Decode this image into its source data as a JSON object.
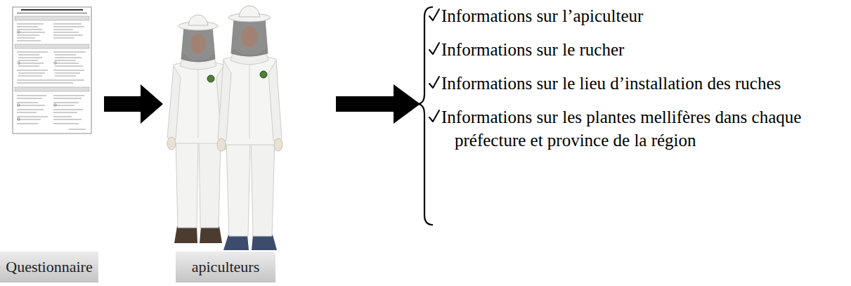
{
  "diagram": {
    "nodes": [
      {
        "text": [
          "Questionnaire"
        ]
      },
      {
        "text": [
          "apiculteurs"
        ]
      },
      {
        "text": [
          "Informations sur l’apiculteur",
          "Informations sur le rucher",
          "Informations sur le lieu d’installation des ruches",
          "Informations sur les plantes mellifères dans chaque préfecture et province de la région"
        ]
      }
    ],
    "edges": [
      {
        "from": 0,
        "to": 1,
        "arrow": "to"
      },
      {
        "from": 1,
        "to": 2,
        "arrow": "to"
      }
    ]
  }
}
